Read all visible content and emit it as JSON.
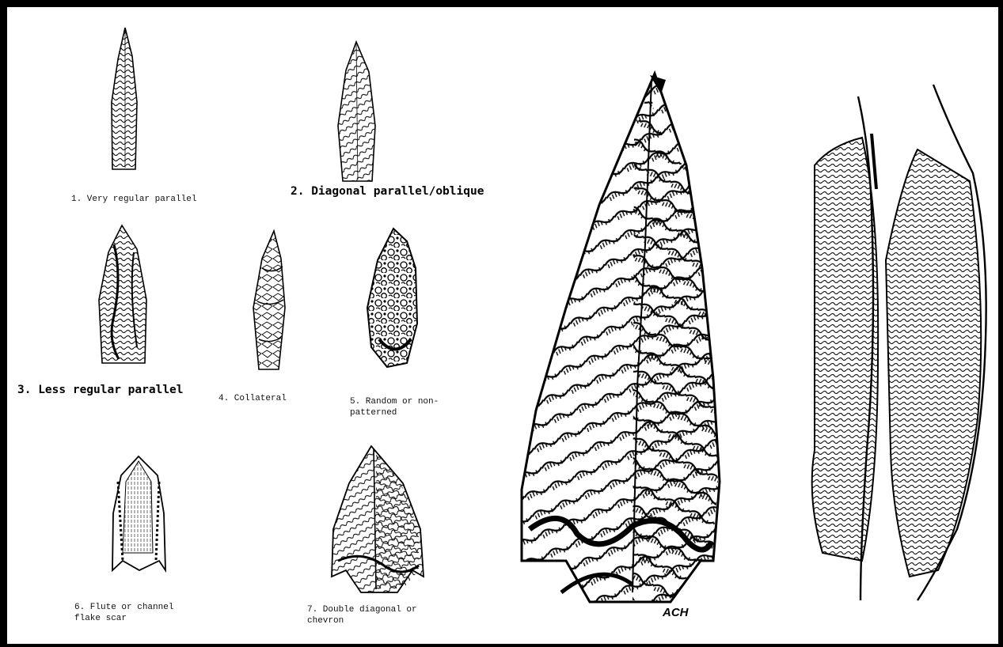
{
  "labels": {
    "p1": "1. Very regular parallel",
    "p2": "2. Diagonal parallel/oblique",
    "p3": "3. Less regular parallel",
    "p4": "4. Collateral",
    "p5": "5. Random or non-\n   patterned",
    "p6": "6. Flute or channel\n   flake scar",
    "p7": "7. Double diagonal or\n   chevron"
  },
  "signature": "ACH",
  "colors": {
    "ink": "#000000",
    "paper": "#ffffff"
  }
}
